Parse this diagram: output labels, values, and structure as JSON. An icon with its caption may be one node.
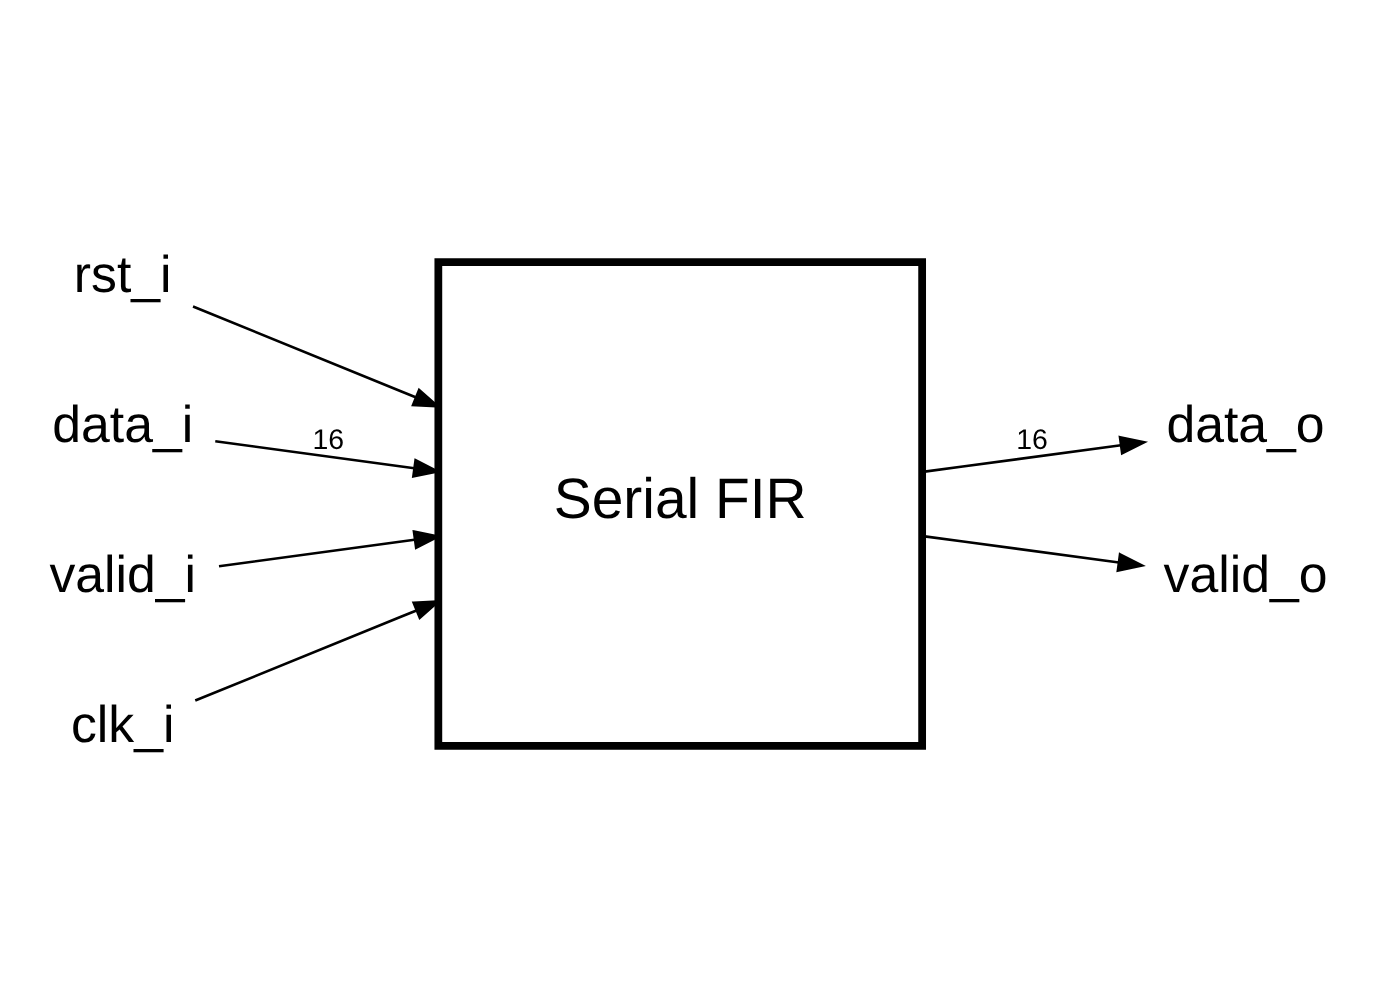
{
  "diagram": {
    "nodes": [
      {
        "text": [
          "rst_i"
        ]
      },
      {
        "text": [
          "data_i"
        ]
      },
      {
        "text": [
          "Serial FIR"
        ]
      },
      {
        "text": [
          "data_o"
        ]
      },
      {
        "text": [
          "valid_i"
        ]
      },
      {
        "text": [
          "valid_o"
        ]
      },
      {
        "text": [
          "clk_i"
        ]
      }
    ],
    "edges": [
      {
        "from": 0,
        "to": 2,
        "arrow": "to"
      },
      {
        "from": 1,
        "to": 2,
        "arrow": "to",
        "label": "16"
      },
      {
        "from": 2,
        "to": 3,
        "arrow": "to",
        "label": "16"
      },
      {
        "from": 4,
        "to": 2,
        "arrow": "to"
      },
      {
        "from": 2,
        "to": 5,
        "arrow": "to"
      },
      {
        "from": 6,
        "to": 2,
        "arrow": "to"
      }
    ]
  }
}
